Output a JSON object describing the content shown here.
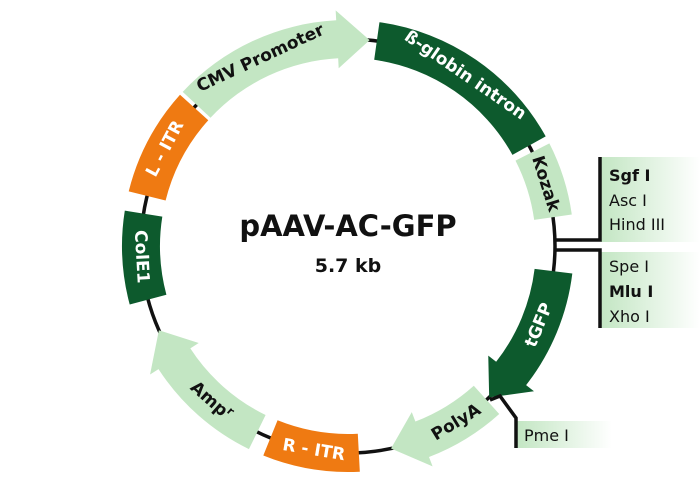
{
  "plasmid": {
    "name": "pAAV-AC-GFP",
    "size": "5.7 kb"
  },
  "colors": {
    "light": "#c3e6c3",
    "dark": "#0d5a2d",
    "orange": "#ef7a12",
    "backbone": "#111111"
  },
  "features": [
    {
      "label": "CMV Promoter",
      "color": "light",
      "shape": "arrow",
      "text": "#111"
    },
    {
      "label": "ß-globin intron",
      "color": "dark",
      "shape": "box",
      "text": "#fff"
    },
    {
      "label": "Kozak",
      "color": "light",
      "shape": "box",
      "text": "#111"
    },
    {
      "label": "tGFP",
      "color": "dark",
      "shape": "arrow",
      "text": "#fff"
    },
    {
      "label": "PolyA",
      "color": "light",
      "shape": "arrow",
      "text": "#111"
    },
    {
      "label": "R - ITR",
      "color": "orange",
      "shape": "box",
      "text": "#fff"
    },
    {
      "label": "Amp",
      "sup": "r",
      "color": "light",
      "shape": "arrow",
      "text": "#111"
    },
    {
      "label": "ColE1",
      "color": "dark",
      "shape": "box",
      "text": "#fff"
    },
    {
      "label": "L - ITR",
      "color": "orange",
      "shape": "box",
      "text": "#fff"
    }
  ],
  "site_groups": [
    {
      "sites": [
        {
          "name": "Sgf I",
          "bold": true
        },
        {
          "name": "Asc I",
          "bold": false
        },
        {
          "name": "Hind III",
          "bold": false
        }
      ]
    },
    {
      "sites": [
        {
          "name": "Spe I",
          "bold": false
        },
        {
          "name": "Mlu I",
          "bold": true
        },
        {
          "name": "Xho I",
          "bold": false
        }
      ]
    },
    {
      "sites": [
        {
          "name": "Pme I",
          "bold": false
        }
      ]
    }
  ]
}
